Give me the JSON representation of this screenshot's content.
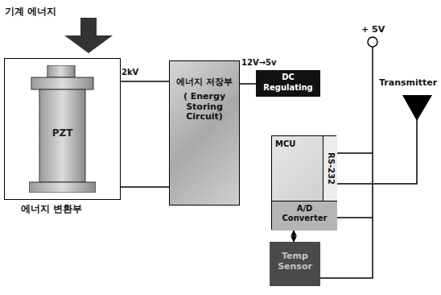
{
  "diagram": {
    "nodes": [
      {
        "text": [
          "에너지 변환부"
        ]
      },
      {
        "text": [
          "PZT"
        ],
        "in": 0
      },
      {
        "text": [
          "에너지 저장부",
          "( Energy Storing Circuit)"
        ]
      },
      {
        "text": [
          "DC Regulating"
        ]
      },
      {
        "text": [
          "MCU"
        ]
      },
      {
        "text": [
          "RS-232"
        ],
        "in": 4
      },
      {
        "text": [
          "A/D Converter"
        ],
        "in": 4
      },
      {
        "text": [
          "Temp Sensor"
        ]
      }
    ],
    "edges": [
      {
        "from": 1,
        "to": 2,
        "label": "2kV",
        "arrow": "none"
      },
      {
        "from": 1,
        "to": 2,
        "arrow": "none"
      },
      {
        "from": 2,
        "to": 3,
        "label": "12V→5v",
        "arrow": "none"
      },
      {
        "from": 6,
        "to": 7,
        "arrow": "both"
      }
    ],
    "labels": [
      "기계 에너지",
      "+ 5V",
      "Transmitter"
    ]
  }
}
